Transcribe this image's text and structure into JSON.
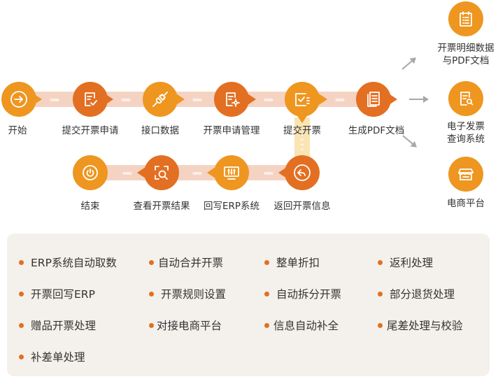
{
  "colors": {
    "node_light": "#ee9620",
    "node_dark": "#e36f22",
    "connector_horizontal": "#f5d3c3",
    "connector_vertical": "#fbe4b4",
    "arrow_gray": "#a8a8a8",
    "panel_bg": "#f4f1ec",
    "bullet": "#e36f22"
  },
  "flow": {
    "top_row": [
      {
        "id": "start",
        "label": "开始",
        "icon": "arrow-right-circle-icon"
      },
      {
        "id": "submit-application",
        "label": "提交开票申请",
        "icon": "document-check-icon"
      },
      {
        "id": "interface-data",
        "label": "接口数据",
        "icon": "plug-icon"
      },
      {
        "id": "application-management",
        "label": "开票申请管理",
        "icon": "document-gear-icon"
      },
      {
        "id": "submit-invoice",
        "label": "提交开票",
        "icon": "checklist-icon"
      },
      {
        "id": "generate-pdf",
        "label": "生成PDF文档",
        "icon": "documents-icon"
      }
    ],
    "bottom_row": [
      {
        "id": "end",
        "label": "结束",
        "icon": "power-icon"
      },
      {
        "id": "view-result",
        "label": "查看开票结果",
        "icon": "scan-search-icon"
      },
      {
        "id": "write-back-erp",
        "label": "回写ERP系统",
        "icon": "monitor-sliders-icon"
      },
      {
        "id": "return-info",
        "label": "返回开票信息",
        "icon": "return-circle-icon"
      }
    ],
    "outputs": [
      {
        "id": "invoice-detail",
        "label_lines": [
          "开票明细数据",
          "与PDF文档"
        ],
        "icon": "clipboard-list-icon"
      },
      {
        "id": "e-invoice-query",
        "label_lines": [
          "电子发票",
          "查询系统"
        ],
        "icon": "document-search-icon"
      },
      {
        "id": "ecommerce",
        "label_lines": [
          "电商平台"
        ],
        "icon": "storefront-icon"
      }
    ]
  },
  "features": [
    [
      "ERP系统自动取数",
      "自动合并开票",
      "整单折扣",
      "返利处理"
    ],
    [
      "开票回写ERP",
      "开票规则设置",
      "自动拆分开票",
      "部分退货处理"
    ],
    [
      "赠品开票处理",
      "对接电商平台",
      "信息自动补全",
      "尾差处理与校验"
    ],
    [
      "补差单处理"
    ]
  ]
}
